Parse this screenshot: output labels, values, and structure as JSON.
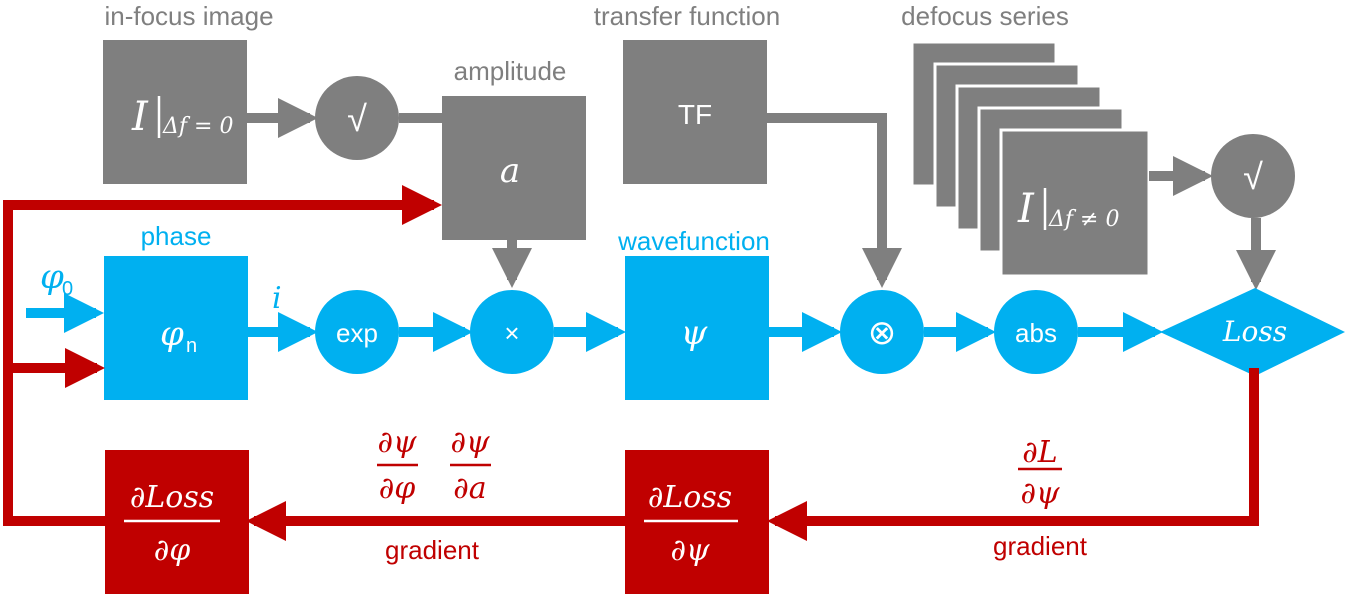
{
  "labels": {
    "in_focus_image": "in-focus image",
    "transfer_function": "transfer function",
    "defocus_series": "defocus series",
    "amplitude": "amplitude",
    "phase": "phase",
    "wavefunction": "wavefunction",
    "gradient_left": "gradient",
    "gradient_right": "gradient"
  },
  "nodes": {
    "in_focus_I": "I",
    "in_focus_sub": "Δf = 0",
    "sqrt_top": "√",
    "amplitude_symbol": "a",
    "tf": "TF",
    "defocus_I": "I",
    "defocus_sub": "Δf ≠ 0",
    "sqrt_right": "√",
    "phase_init_symbol": "φ",
    "phase_init_sub": "0",
    "phase_symbol": "φ",
    "phase_sub": "n",
    "i_label": "i",
    "exp": "exp",
    "multiply": "×",
    "wave_symbol": "ψ",
    "convolve": "⊗",
    "abs": "abs",
    "loss": "Loss"
  },
  "gradients": {
    "dLoss_dphi_num": "∂Loss",
    "dLoss_dphi_den": "∂φ",
    "dLoss_dpsi_num": "∂Loss",
    "dLoss_dpsi_den": "∂ψ",
    "dpsi_dphi_num": "∂ψ",
    "dpsi_dphi_den": "∂φ",
    "dpsi_da_num": "∂ψ",
    "dpsi_da_den": "∂a",
    "dL_dpsi_num": "∂L",
    "dL_dpsi_den": "∂ψ"
  },
  "colors": {
    "grey": "#7f7f7f",
    "blue": "#00b0f0",
    "red": "#c00000"
  }
}
